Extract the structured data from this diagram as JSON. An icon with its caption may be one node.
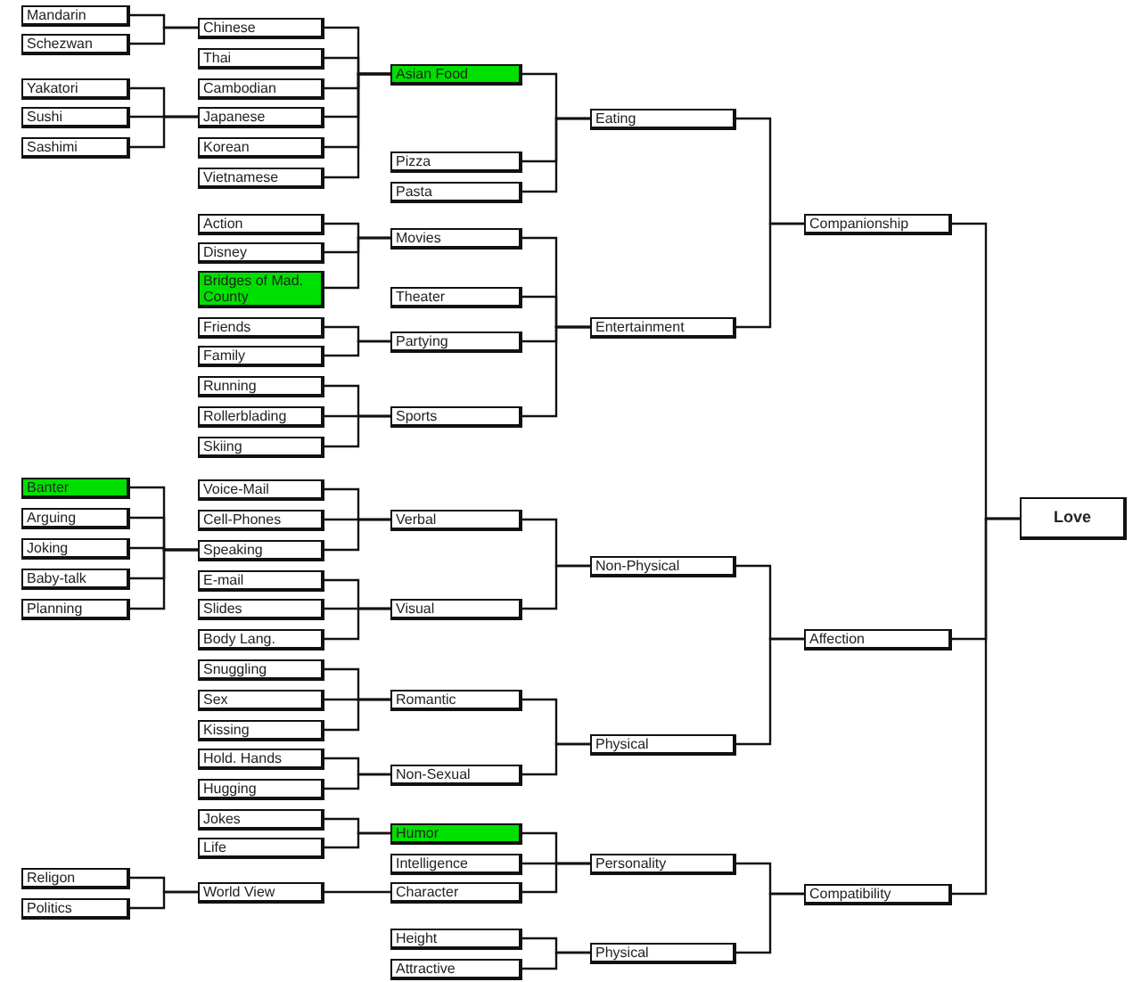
{
  "diagram": {
    "nodes": [
      {
        "text": [
          "Mandarin"
        ]
      },
      {
        "text": [
          "Schezwan"
        ]
      },
      {
        "text": [
          "Yakatori"
        ]
      },
      {
        "text": [
          "Sushi"
        ]
      },
      {
        "text": [
          "Sashimi"
        ]
      },
      {
        "text": [
          "Banter"
        ]
      },
      {
        "text": [
          "Arguing"
        ]
      },
      {
        "text": [
          "Joking"
        ]
      },
      {
        "text": [
          "Baby-talk"
        ]
      },
      {
        "text": [
          "Planning"
        ]
      },
      {
        "text": [
          "Religon"
        ]
      },
      {
        "text": [
          "Politics"
        ]
      },
      {
        "text": [
          "Chinese"
        ]
      },
      {
        "text": [
          "Thai"
        ]
      },
      {
        "text": [
          "Cambodian"
        ]
      },
      {
        "text": [
          "Japanese"
        ]
      },
      {
        "text": [
          "Korean"
        ]
      },
      {
        "text": [
          "Vietnamese"
        ]
      },
      {
        "text": [
          "Action"
        ]
      },
      {
        "text": [
          "Disney"
        ]
      },
      {
        "text": [
          "Bridges of Mad. County"
        ]
      },
      {
        "text": [
          "Friends"
        ]
      },
      {
        "text": [
          "Family"
        ]
      },
      {
        "text": [
          "Running"
        ]
      },
      {
        "text": [
          "Rollerblading"
        ]
      },
      {
        "text": [
          "Skiing"
        ]
      },
      {
        "text": [
          "Voice-Mail"
        ]
      },
      {
        "text": [
          "Cell-Phones"
        ]
      },
      {
        "text": [
          "Speaking"
        ]
      },
      {
        "text": [
          "E-mail"
        ]
      },
      {
        "text": [
          "Slides"
        ]
      },
      {
        "text": [
          "Body Lang."
        ]
      },
      {
        "text": [
          "Snuggling"
        ]
      },
      {
        "text": [
          "Sex"
        ]
      },
      {
        "text": [
          "Kissing"
        ]
      },
      {
        "text": [
          "Hold. Hands"
        ]
      },
      {
        "text": [
          "Hugging"
        ]
      },
      {
        "text": [
          "Jokes"
        ]
      },
      {
        "text": [
          "Life"
        ]
      },
      {
        "text": [
          "World View"
        ]
      },
      {
        "text": [
          "Asian Food"
        ]
      },
      {
        "text": [
          "Pizza"
        ]
      },
      {
        "text": [
          "Pasta"
        ]
      },
      {
        "text": [
          "Movies"
        ]
      },
      {
        "text": [
          "Theater"
        ]
      },
      {
        "text": [
          "Partying"
        ]
      },
      {
        "text": [
          "Sports"
        ]
      },
      {
        "text": [
          "Verbal"
        ]
      },
      {
        "text": [
          "Visual"
        ]
      },
      {
        "text": [
          "Romantic"
        ]
      },
      {
        "text": [
          "Non-Sexual"
        ]
      },
      {
        "text": [
          "Humor"
        ]
      },
      {
        "text": [
          "Intelligence"
        ]
      },
      {
        "text": [
          "Character"
        ]
      },
      {
        "text": [
          "Height"
        ]
      },
      {
        "text": [
          "Attractive"
        ]
      },
      {
        "text": [
          "Eating"
        ]
      },
      {
        "text": [
          "Entertainment"
        ]
      },
      {
        "text": [
          "Non-Physical"
        ]
      },
      {
        "text": [
          "Physical"
        ]
      },
      {
        "text": [
          "Personality"
        ]
      },
      {
        "text": [
          "Physical"
        ]
      },
      {
        "text": [
          "Companionship"
        ]
      },
      {
        "text": [
          "Affection"
        ]
      },
      {
        "text": [
          "Compatibility"
        ]
      },
      {
        "text": [
          "Love"
        ]
      }
    ],
    "edges": [
      {
        "from": 0,
        "to": 12,
        "arrow": "none"
      },
      {
        "from": 1,
        "to": 12,
        "arrow": "none"
      },
      {
        "from": 2,
        "to": 15,
        "arrow": "none"
      },
      {
        "from": 3,
        "to": 15,
        "arrow": "none"
      },
      {
        "from": 4,
        "to": 15,
        "arrow": "none"
      },
      {
        "from": 12,
        "to": 40,
        "arrow": "none"
      },
      {
        "from": 13,
        "to": 40,
        "arrow": "none"
      },
      {
        "from": 14,
        "to": 40,
        "arrow": "none"
      },
      {
        "from": 15,
        "to": 40,
        "arrow": "none"
      },
      {
        "from": 16,
        "to": 40,
        "arrow": "none"
      },
      {
        "from": 17,
        "to": 40,
        "arrow": "none"
      },
      {
        "from": 40,
        "to": 56,
        "arrow": "none"
      },
      {
        "from": 41,
        "to": 56,
        "arrow": "none"
      },
      {
        "from": 42,
        "to": 56,
        "arrow": "none"
      },
      {
        "from": 18,
        "to": 43,
        "arrow": "none"
      },
      {
        "from": 19,
        "to": 43,
        "arrow": "none"
      },
      {
        "from": 20,
        "to": 43,
        "arrow": "none"
      },
      {
        "from": 21,
        "to": 45,
        "arrow": "none"
      },
      {
        "from": 22,
        "to": 45,
        "arrow": "none"
      },
      {
        "from": 23,
        "to": 46,
        "arrow": "none"
      },
      {
        "from": 24,
        "to": 46,
        "arrow": "none"
      },
      {
        "from": 25,
        "to": 46,
        "arrow": "none"
      },
      {
        "from": 43,
        "to": 57,
        "arrow": "none"
      },
      {
        "from": 44,
        "to": 57,
        "arrow": "none"
      },
      {
        "from": 45,
        "to": 57,
        "arrow": "none"
      },
      {
        "from": 46,
        "to": 57,
        "arrow": "none"
      },
      {
        "from": 56,
        "to": 62,
        "arrow": "none"
      },
      {
        "from": 57,
        "to": 62,
        "arrow": "none"
      },
      {
        "from": 5,
        "to": 28,
        "arrow": "none"
      },
      {
        "from": 6,
        "to": 28,
        "arrow": "none"
      },
      {
        "from": 7,
        "to": 28,
        "arrow": "none"
      },
      {
        "from": 8,
        "to": 28,
        "arrow": "none"
      },
      {
        "from": 9,
        "to": 28,
        "arrow": "none"
      },
      {
        "from": 26,
        "to": 47,
        "arrow": "none"
      },
      {
        "from": 27,
        "to": 47,
        "arrow": "none"
      },
      {
        "from": 28,
        "to": 47,
        "arrow": "none"
      },
      {
        "from": 29,
        "to": 48,
        "arrow": "none"
      },
      {
        "from": 30,
        "to": 48,
        "arrow": "none"
      },
      {
        "from": 31,
        "to": 48,
        "arrow": "none"
      },
      {
        "from": 47,
        "to": 58,
        "arrow": "none"
      },
      {
        "from": 48,
        "to": 58,
        "arrow": "none"
      },
      {
        "from": 32,
        "to": 49,
        "arrow": "none"
      },
      {
        "from": 33,
        "to": 49,
        "arrow": "none"
      },
      {
        "from": 34,
        "to": 49,
        "arrow": "none"
      },
      {
        "from": 35,
        "to": 50,
        "arrow": "none"
      },
      {
        "from": 36,
        "to": 50,
        "arrow": "none"
      },
      {
        "from": 49,
        "to": 59,
        "arrow": "none"
      },
      {
        "from": 50,
        "to": 59,
        "arrow": "none"
      },
      {
        "from": 58,
        "to": 63,
        "arrow": "none"
      },
      {
        "from": 59,
        "to": 63,
        "arrow": "none"
      },
      {
        "from": 37,
        "to": 51,
        "arrow": "none"
      },
      {
        "from": 38,
        "to": 51,
        "arrow": "none"
      },
      {
        "from": 10,
        "to": 39,
        "arrow": "none"
      },
      {
        "from": 11,
        "to": 39,
        "arrow": "none"
      },
      {
        "from": 39,
        "to": 53,
        "arrow": "none"
      },
      {
        "from": 51,
        "to": 60,
        "arrow": "none"
      },
      {
        "from": 52,
        "to": 60,
        "arrow": "none"
      },
      {
        "from": 53,
        "to": 60,
        "arrow": "none"
      },
      {
        "from": 54,
        "to": 61,
        "arrow": "none"
      },
      {
        "from": 55,
        "to": 61,
        "arrow": "none"
      },
      {
        "from": 60,
        "to": 64,
        "arrow": "none"
      },
      {
        "from": 61,
        "to": 64,
        "arrow": "none"
      },
      {
        "from": 62,
        "to": 65,
        "arrow": "none"
      },
      {
        "from": 63,
        "to": 65,
        "arrow": "none"
      },
      {
        "from": 64,
        "to": 65,
        "arrow": "none"
      }
    ]
  }
}
